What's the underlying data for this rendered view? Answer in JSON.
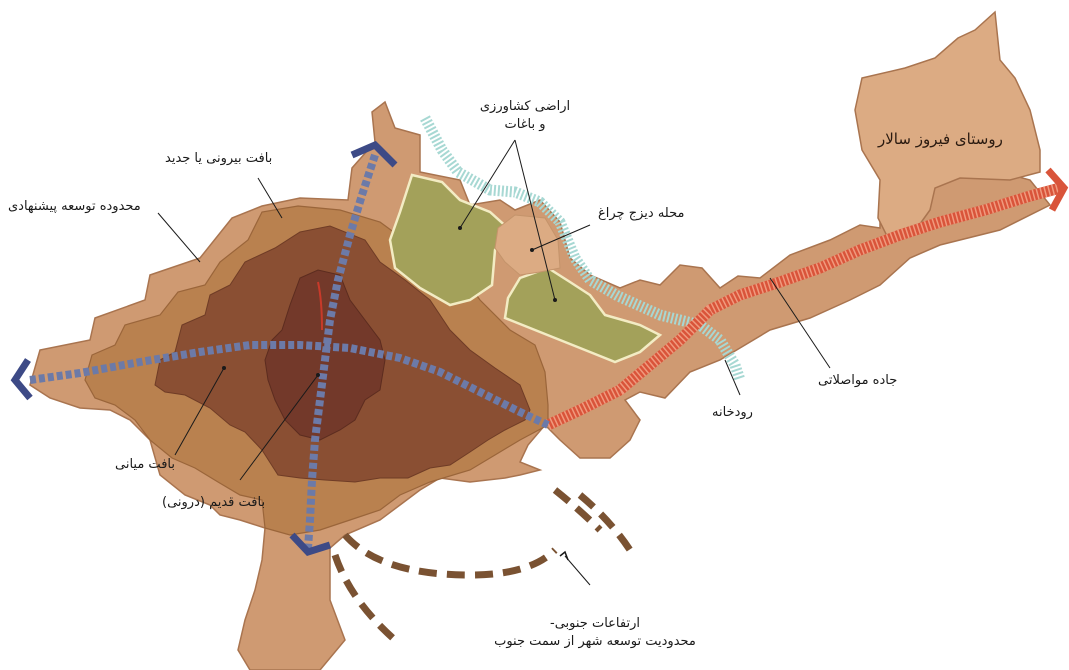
{
  "colors": {
    "periphery": "#cf9a72",
    "periphery_stroke": "#a9744f",
    "outer_fabric": "#b9814f",
    "middle_fabric": "#8a4f33",
    "old_core": "#73392a",
    "agriculture": "#a3a15a",
    "agri_outline": "#f3ecc4",
    "village": "#dcab83",
    "river": "#a7d8d3",
    "road": "#d9543a",
    "road_light": "#f09a7e",
    "axis_blue": "#6c7aa8",
    "axis_dark": "#3d4a86",
    "hills": "#7a5232",
    "red_line": "#c83a2a"
  },
  "labels": {
    "agriculture_line1": "اراضی کشاورزی",
    "agriculture_line2": "و باغات",
    "outer_fabric": "بافت بیرونی یا جدید",
    "proposed_boundary": "محدوده توسعه پیشنهادی",
    "dizaj_district": "محله دیزج چراغ",
    "village": "روستای فیروز سالار",
    "transit_road": "جاده مواصلاتی",
    "river": "رودخانه",
    "middle_fabric": "بافت میانی",
    "old_fabric": "بافت قدیم (درونی)",
    "south_heights_line1": "ارتفاعات جنوبی-",
    "south_heights_line2": "محدودیت توسعه شهر از سمت جنوب"
  }
}
